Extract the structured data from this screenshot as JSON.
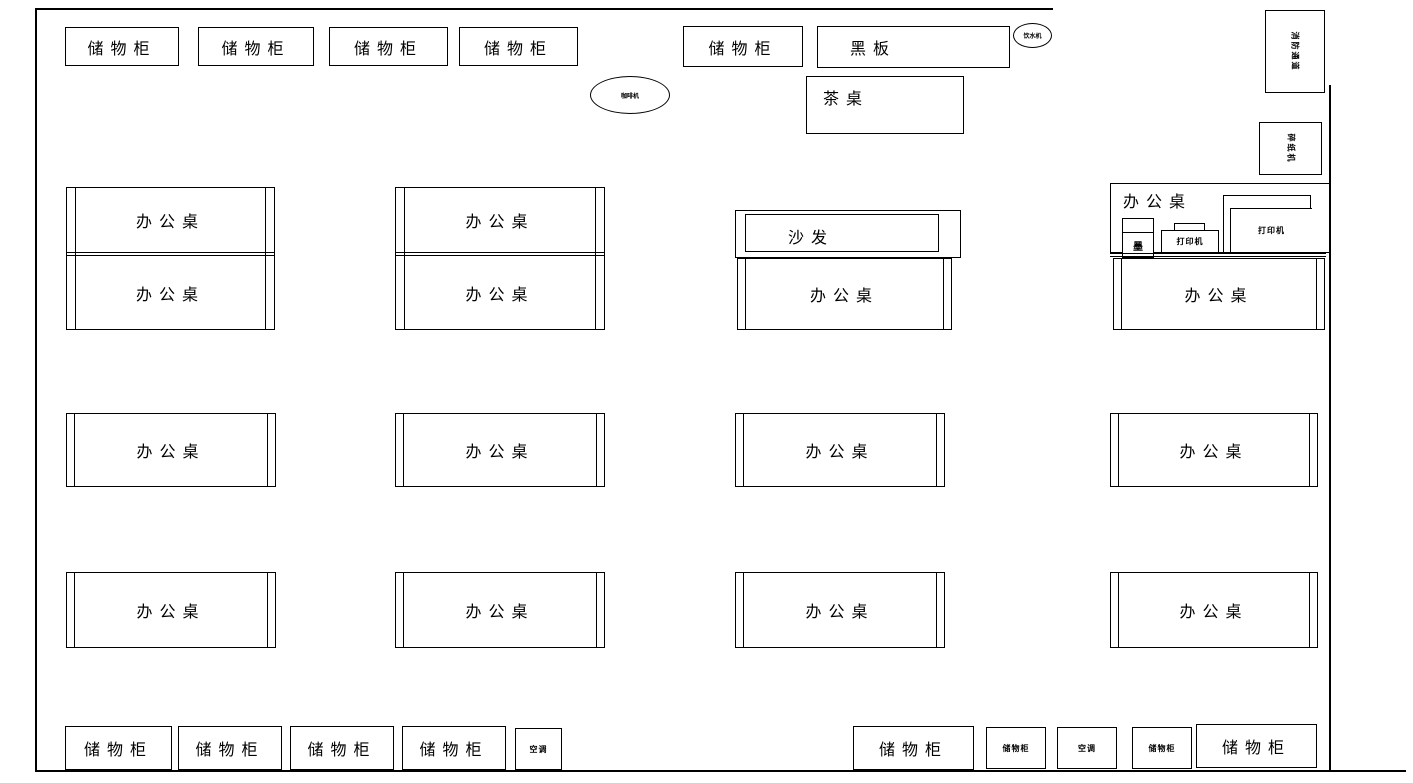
{
  "drawing": {
    "type": "office-floor-plan",
    "colors": {
      "line": "#000000",
      "background": "#ffffff"
    },
    "top_row": {
      "cabinets": [
        "储物柜",
        "储物柜",
        "储物柜",
        "储物柜"
      ],
      "cabinet_right": "储物柜",
      "blackboard": "黑板",
      "tea_table": "茶桌",
      "coffee_machine": "咖啡机",
      "water_dispenser": "饮水机"
    },
    "right_corner": {
      "passage_box": "消防通道",
      "shredder_box": "碎纸机"
    },
    "row1": {
      "group1": {
        "desk_top": "办公桌",
        "desk_bottom": "办公桌"
      },
      "group2": {
        "desk_top": "办公桌",
        "desk_bottom": "办公桌"
      },
      "group3": {
        "sofa": "沙发",
        "desk": "办公桌"
      },
      "group4": {
        "desk_top": "办公桌",
        "ink_box": "墨",
        "printer_small": "打印机",
        "printer_large": "打印机",
        "desk_bottom": "办公桌"
      }
    },
    "row2": {
      "desks": [
        "办公桌",
        "办公桌",
        "办公桌",
        "办公桌"
      ]
    },
    "row3": {
      "desks": [
        "办公桌",
        "办公桌",
        "办公桌",
        "办公桌"
      ]
    },
    "bottom_row": {
      "left_cabinets": [
        "储物柜",
        "储物柜",
        "储物柜",
        "储物柜"
      ],
      "left_ac": "空调",
      "right_cabinet_large1": "储物柜",
      "right_cabinet_small1": "储物柜",
      "right_ac": "空调",
      "right_cabinet_small2": "储物柜",
      "right_cabinet_large2": "储物柜"
    }
  }
}
